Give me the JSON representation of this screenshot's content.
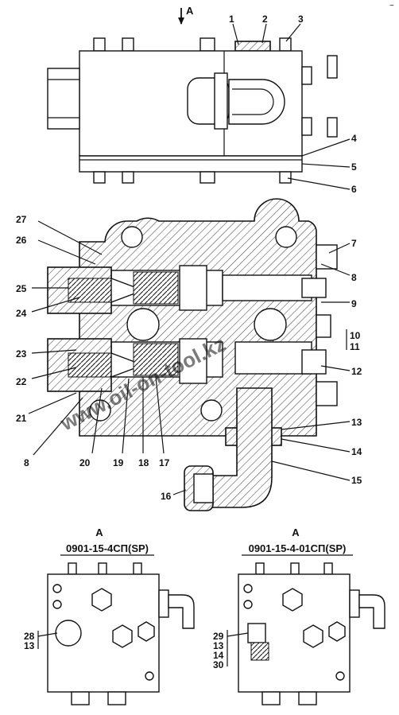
{
  "top_view": {
    "view_marker": "А",
    "labels": [
      "1",
      "2",
      "3",
      "4",
      "5",
      "6"
    ]
  },
  "section_view": {
    "labels": [
      "7",
      "8",
      "9",
      "10",
      "11",
      "12",
      "13",
      "14",
      "15",
      "16",
      "17",
      "18",
      "19",
      "20",
      "21",
      "8",
      "22",
      "23",
      "24",
      "25",
      "26",
      "27"
    ]
  },
  "watermark": "www.oil-on-tool.kz",
  "view_a_left": {
    "letter": "А",
    "code": "0901-15-4СП(SP)",
    "labels": [
      "28",
      "13"
    ]
  },
  "view_a_right": {
    "letter": "А",
    "code": "0901-15-4-01СП(SP)",
    "labels": [
      "29",
      "13",
      "14",
      "30"
    ]
  },
  "corner_mark": "~"
}
